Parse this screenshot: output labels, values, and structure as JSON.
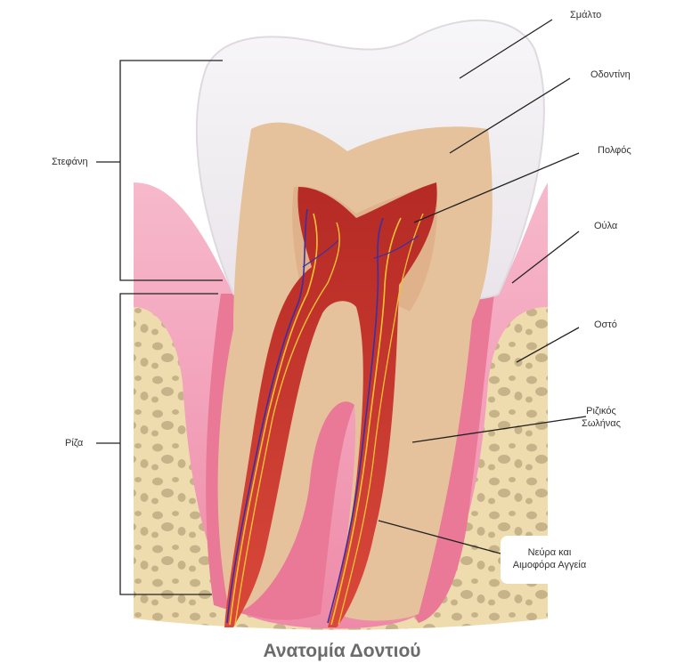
{
  "title": "Ανατομία Δοντιού",
  "labels": {
    "enamel": "Σμάλτο",
    "dentin": "Οδοντίνη",
    "pulp": "Πολφός",
    "gum": "Ούλα",
    "bone": "Οστό",
    "root_canal": [
      "Ριζικός",
      "Σωλήνας"
    ],
    "nerves_vessels": [
      "Νεύρα και",
      "Αιμοφόρα Αγγεία"
    ],
    "crown": "Στεφάνη",
    "root": "Ρίζα"
  },
  "colors": {
    "enamel": "#f3f1f4",
    "dentin": "#e6c29c",
    "pulp": "#c8392f",
    "gum": "#f09ab4",
    "bone": "#efdcae",
    "bone_pores": "#c7b38a",
    "nerve": "#f2c233",
    "vessel": "#3b2fa3",
    "leader": "#222222",
    "title": "#6b6b6b"
  }
}
